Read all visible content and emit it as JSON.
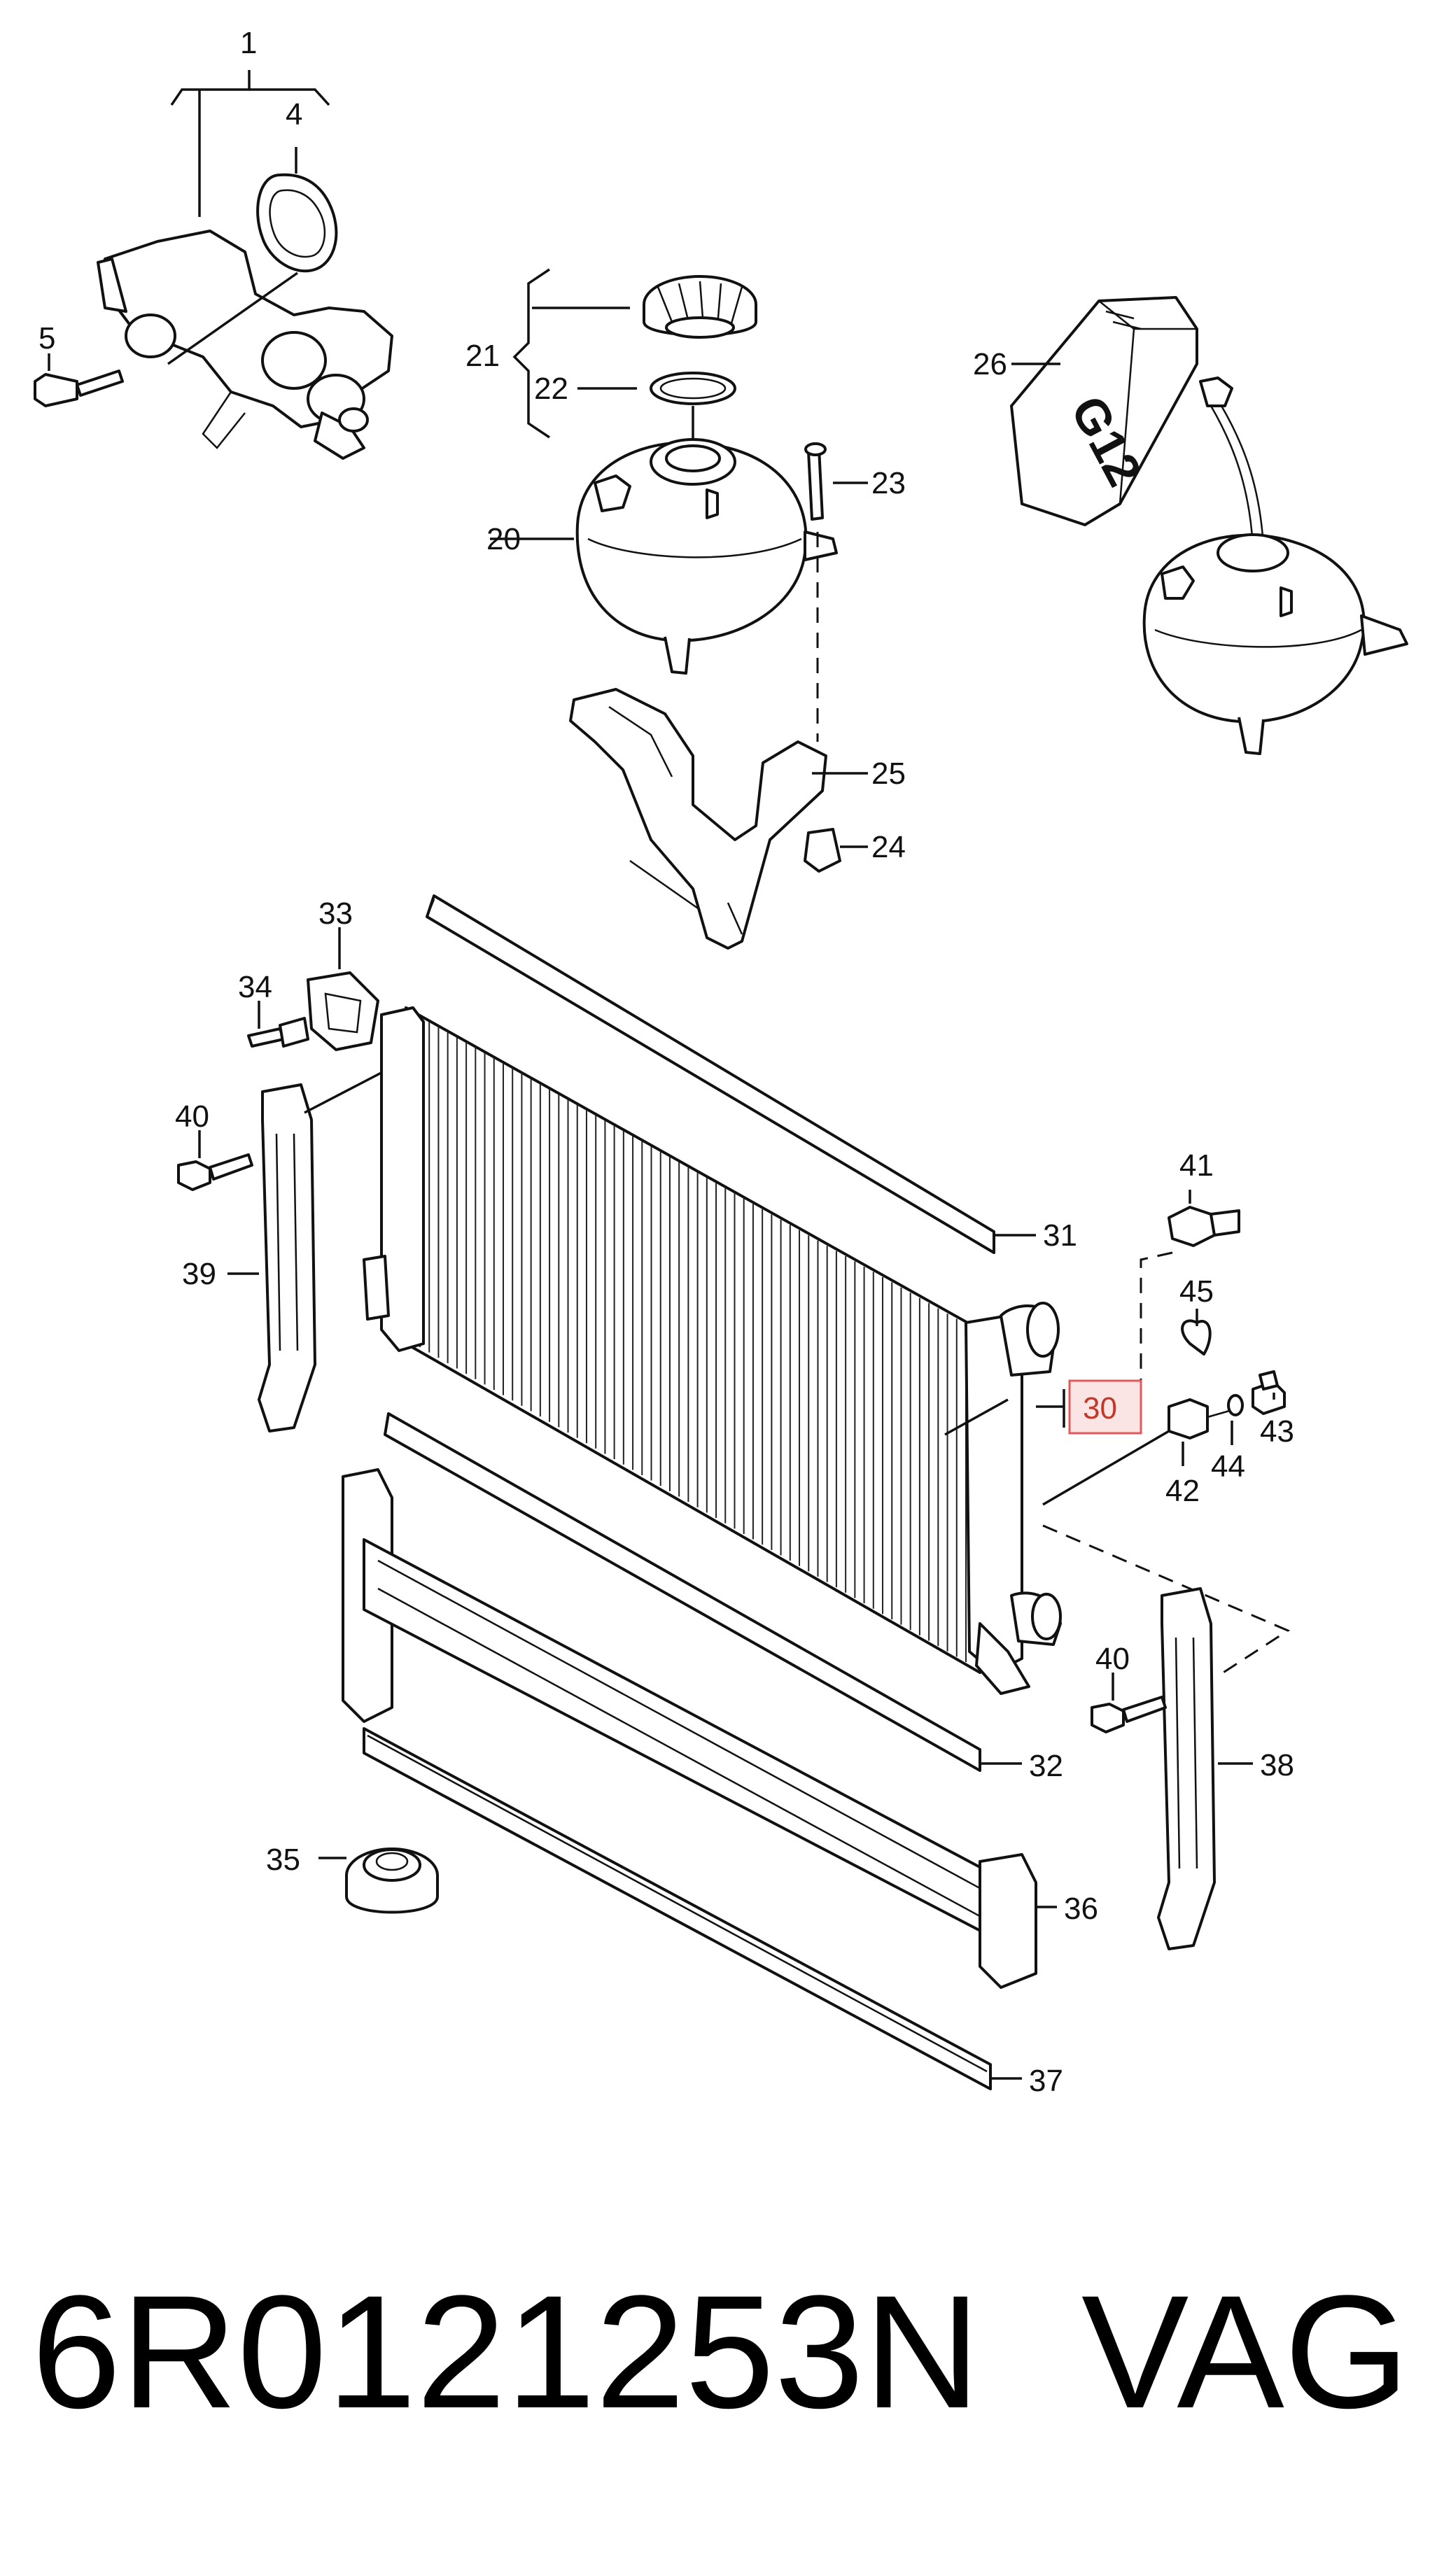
{
  "diagram": {
    "part_numbers_labels": [
      {
        "id": "1",
        "text": "1"
      },
      {
        "id": "4",
        "text": "4"
      },
      {
        "id": "5",
        "text": "5"
      },
      {
        "id": "20",
        "text": "20"
      },
      {
        "id": "21",
        "text": "21"
      },
      {
        "id": "22",
        "text": "22"
      },
      {
        "id": "23",
        "text": "23"
      },
      {
        "id": "24",
        "text": "24"
      },
      {
        "id": "25",
        "text": "25"
      },
      {
        "id": "26",
        "text": "26"
      },
      {
        "id": "30",
        "text": "30",
        "highlighted": true
      },
      {
        "id": "31",
        "text": "31"
      },
      {
        "id": "32",
        "text": "32"
      },
      {
        "id": "33",
        "text": "33"
      },
      {
        "id": "34",
        "text": "34"
      },
      {
        "id": "35",
        "text": "35"
      },
      {
        "id": "36",
        "text": "36"
      },
      {
        "id": "37",
        "text": "37"
      },
      {
        "id": "38",
        "text": "38"
      },
      {
        "id": "39",
        "text": "39"
      },
      {
        "id": "40a",
        "text": "40"
      },
      {
        "id": "40b",
        "text": "40"
      },
      {
        "id": "41",
        "text": "41"
      },
      {
        "id": "42",
        "text": "42"
      },
      {
        "id": "43",
        "text": "43"
      },
      {
        "id": "44",
        "text": "44"
      },
      {
        "id": "45",
        "text": "45"
      }
    ],
    "bottle_marking": "G12",
    "highlight_color": "#e05a5a"
  },
  "footer": {
    "part_number": "6R0121253N",
    "brand": "VAG"
  }
}
